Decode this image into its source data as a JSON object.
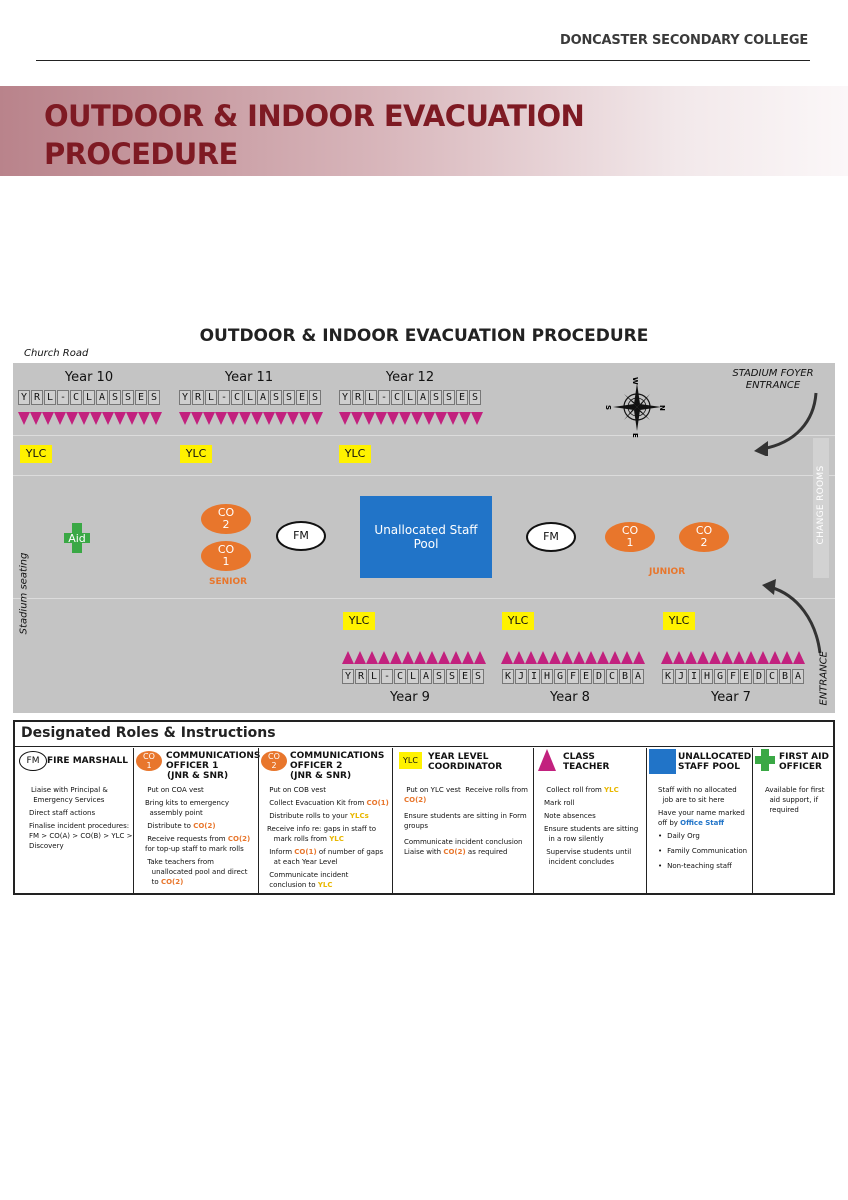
{
  "header": {
    "school": "DONCASTER SECONDARY COLLEGE",
    "title": "OUTDOOR & INDOOR EVACUATION PROCEDURE"
  },
  "map": {
    "title": "OUTDOOR & INDOOR EVACUATION PROCEDURE",
    "road": "Church Road",
    "foyer_entrance": "STADIUM FOYER ENTRANCE",
    "change_rooms": "CHANGE ROOMS",
    "stadium_seating": "Stadium seating",
    "entrance": "ENTRANCE",
    "top_years": [
      {
        "year": "Year 10",
        "classes": [
          "Y",
          "R",
          "L",
          "-",
          "C",
          "L",
          "A",
          "S",
          "S",
          "E",
          "S"
        ]
      },
      {
        "year": "Year 11",
        "classes": [
          "Y",
          "R",
          "L",
          "-",
          "C",
          "L",
          "A",
          "S",
          "S",
          "E",
          "S"
        ]
      },
      {
        "year": "Year 12",
        "classes": [
          "Y",
          "R",
          "L",
          "-",
          "C",
          "L",
          "A",
          "S",
          "S",
          "E",
          "S"
        ]
      }
    ],
    "bottom_years": [
      {
        "year": "Year 9",
        "classes": [
          "Y",
          "R",
          "L",
          "-",
          "C",
          "L",
          "A",
          "S",
          "S",
          "E",
          "S"
        ]
      },
      {
        "year": "Year 8",
        "classes": [
          "K",
          "J",
          "I",
          "H",
          "G",
          "F",
          "E",
          "D",
          "C",
          "B",
          "A"
        ]
      },
      {
        "year": "Year 7",
        "classes": [
          "K",
          "J",
          "I",
          "H",
          "G",
          "F",
          "E",
          "D",
          "C",
          "B",
          "A"
        ]
      }
    ],
    "ylc_label": "YLC",
    "co_label": "CO",
    "co1_num": "1",
    "co2_num": "2",
    "fm_label": "FM",
    "aid_label": "Aid",
    "pool_label": "Unallocated Staff Pool",
    "senior": "SENIOR",
    "junior": "JUNIOR",
    "compass": {
      "n": "N",
      "s": "S",
      "e": "E",
      "w": "W"
    }
  },
  "roles": {
    "heading": "Designated Roles & Instructions",
    "fm": {
      "icon": "FM",
      "title": "FIRE MARSHALL"
    },
    "co1": {
      "icon_a": "CO",
      "icon_b": "1",
      "title": "COMMUNICATIONS OFFICER 1",
      "sub": "(JNR & SNR)"
    },
    "co2": {
      "icon_a": "CO",
      "icon_b": "2",
      "title": "COMMUNICATIONS OFFICER 2",
      "sub": "(JNR & SNR)"
    },
    "ylc": {
      "icon": "YLC",
      "title": "YEAR LEVEL COORDINATOR"
    },
    "teacher": {
      "title": "CLASS TEACHER"
    },
    "pool": {
      "title": "UNALLOCATED STAFF POOL"
    },
    "aid": {
      "title": "FIRST AID OFFICER"
    }
  },
  "colors": {
    "magenta": "#c2217e",
    "orange": "#e8762c",
    "yellow": "#fff200",
    "blue": "#2174c8",
    "green": "#3aa845",
    "maroon": "#7e1a23"
  }
}
